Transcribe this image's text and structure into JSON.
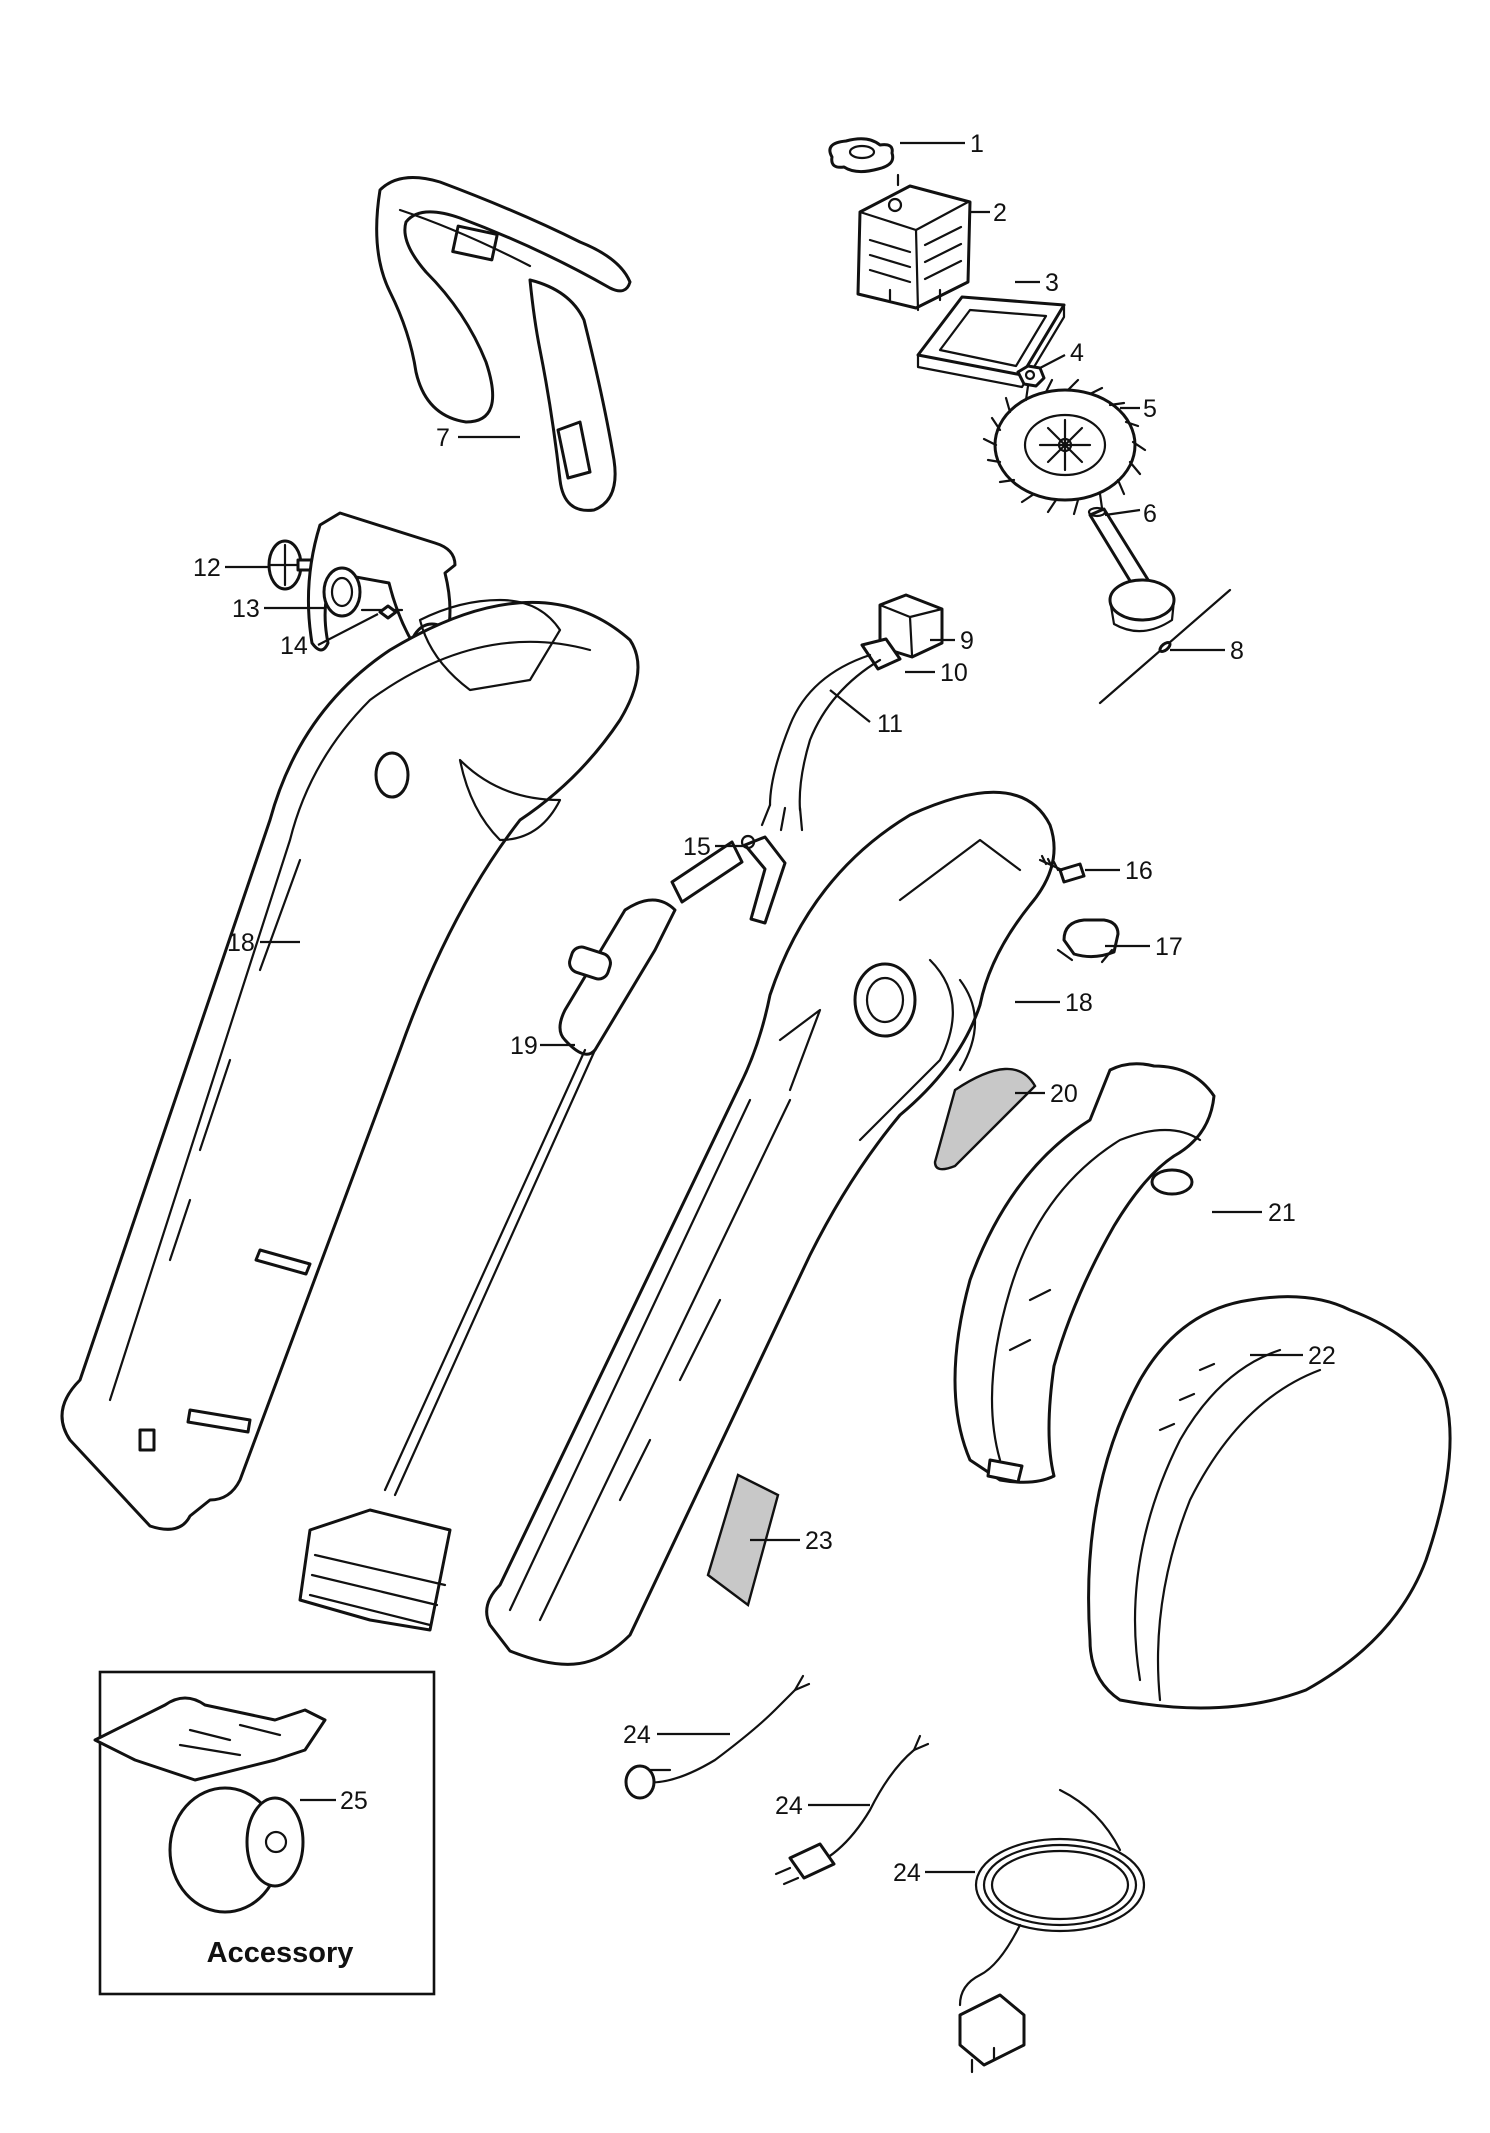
{
  "callouts": [
    {
      "id": "1",
      "text": "1"
    },
    {
      "id": "2",
      "text": "2"
    },
    {
      "id": "3",
      "text": "3"
    },
    {
      "id": "4",
      "text": "4"
    },
    {
      "id": "5",
      "text": "5"
    },
    {
      "id": "6",
      "text": "6"
    },
    {
      "id": "7",
      "text": "7"
    },
    {
      "id": "8",
      "text": "8"
    },
    {
      "id": "9",
      "text": "9"
    },
    {
      "id": "10",
      "text": "10"
    },
    {
      "id": "11",
      "text": "11"
    },
    {
      "id": "12",
      "text": "12"
    },
    {
      "id": "13",
      "text": "13"
    },
    {
      "id": "14",
      "text": "14"
    },
    {
      "id": "15",
      "text": "15"
    },
    {
      "id": "16",
      "text": "16"
    },
    {
      "id": "17",
      "text": "17"
    },
    {
      "id": "18a",
      "text": "18"
    },
    {
      "id": "18b",
      "text": "18"
    },
    {
      "id": "19",
      "text": "19"
    },
    {
      "id": "20",
      "text": "20"
    },
    {
      "id": "21",
      "text": "21"
    },
    {
      "id": "22",
      "text": "22"
    },
    {
      "id": "23",
      "text": "23"
    },
    {
      "id": "24a",
      "text": "24"
    },
    {
      "id": "24b",
      "text": "24"
    },
    {
      "id": "24c",
      "text": "24"
    },
    {
      "id": "25",
      "text": "25"
    }
  ],
  "accessory": {
    "title": "Accessory"
  },
  "colors": {
    "line": "#111111",
    "label_fill": "#c8c8c8",
    "background": "#ffffff"
  }
}
